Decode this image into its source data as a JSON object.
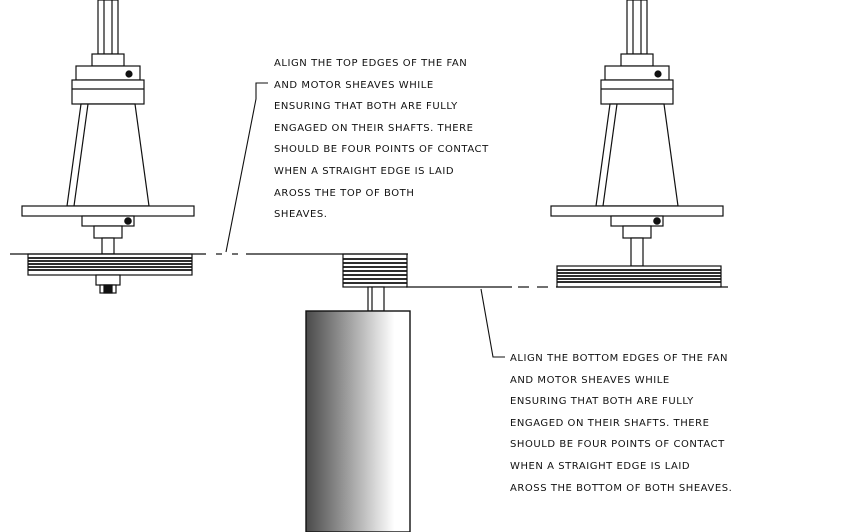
{
  "notes": {
    "top": {
      "lines": [
        "ALIGN THE TOP EDGES OF THE FAN",
        "AND MOTOR SHEAVES WHILE",
        "ENSURING THAT BOTH ARE FULLY",
        "ENGAGED ON THEIR SHAFTS. THERE",
        "SHOULD BE FOUR POINTS OF CONTACT",
        "WHEN A STRAIGHT EDGE IS LAID",
        "AROSS THE TOP OF BOTH",
        "SHEAVES."
      ]
    },
    "bottom": {
      "lines": [
        "ALIGN THE BOTTOM EDGES OF THE FAN",
        "AND MOTOR SHEAVES WHILE",
        "ENSURING THAT BOTH ARE FULLY",
        "ENGAGED ON THEIR SHAFTS. THERE",
        "SHOULD BE FOUR POINTS OF CONTACT",
        "WHEN A STRAIGHT EDGE IS LAID",
        "AROSS THE BOTTOM OF BOTH SHEAVES."
      ]
    }
  },
  "colors": {
    "ink": "#111111",
    "motor_dark": "#4a4a4a",
    "motor_light": "#ffffff",
    "background": "#ffffff"
  }
}
